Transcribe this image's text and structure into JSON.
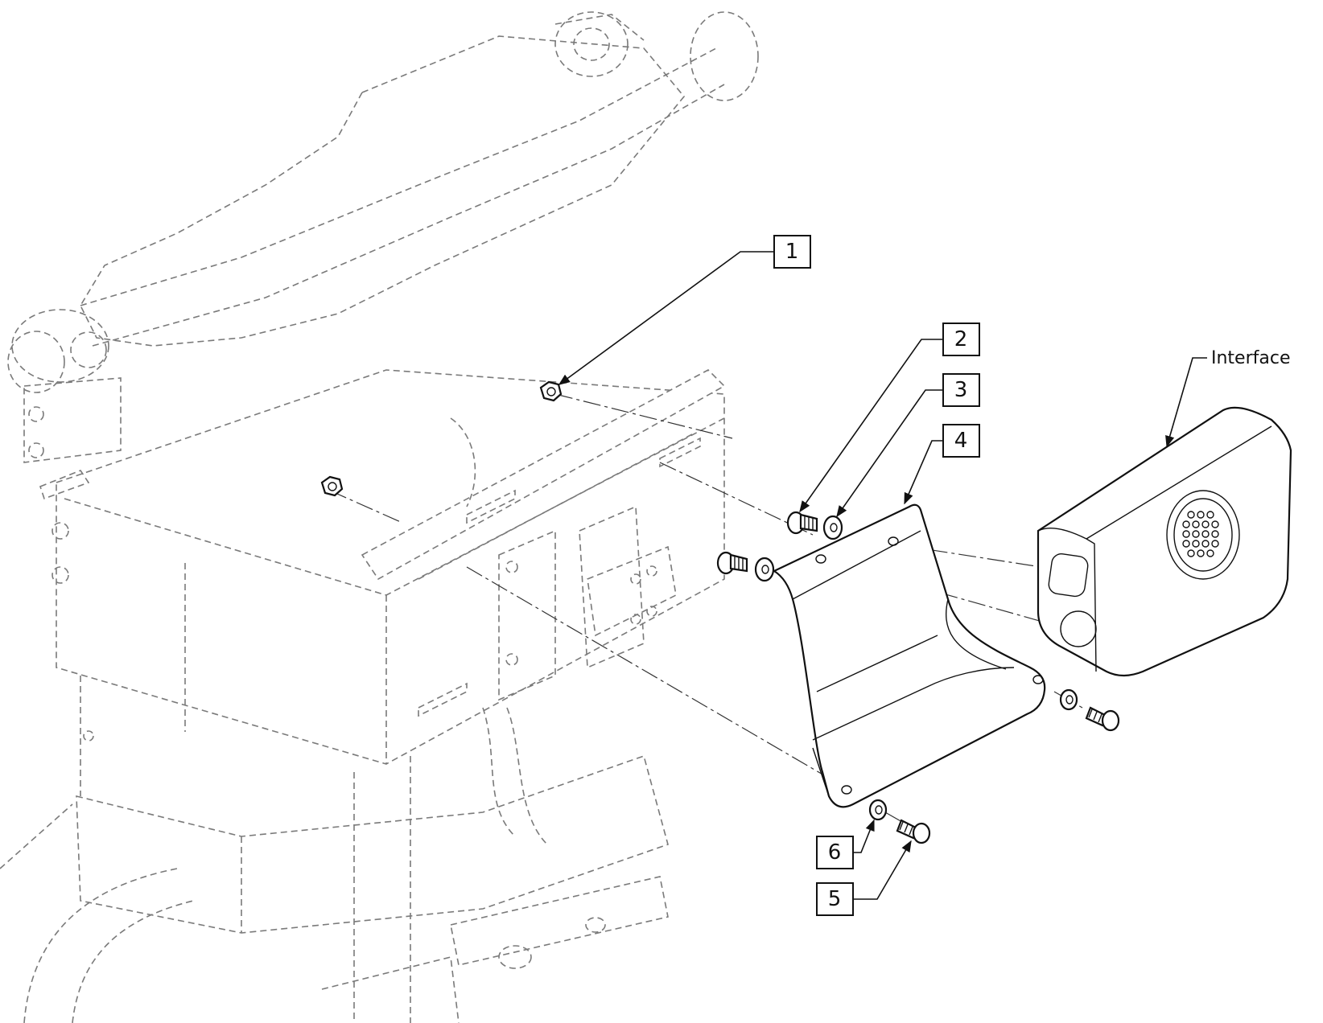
{
  "callouts": {
    "c1": "1",
    "c2": "2",
    "c3": "3",
    "c4": "4",
    "c5": "5",
    "c6": "6"
  },
  "interface_label": "Interface"
}
